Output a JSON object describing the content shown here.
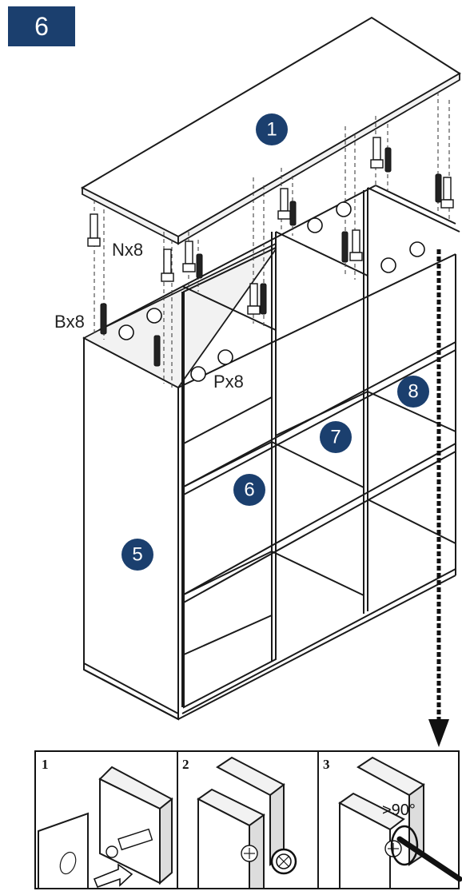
{
  "step_number": "6",
  "callouts": {
    "top_panel": "1",
    "side_panel": "5",
    "shelf_a": "6",
    "shelf_b": "7",
    "back_arrow": "8"
  },
  "hardware_labels": {
    "n": "Nx8",
    "b": "Bx8",
    "p": "Px8"
  },
  "detail_steps": {
    "one": "1",
    "two": "2",
    "three": "3",
    "angle": ">90°"
  },
  "colors": {
    "badge": "#1b3f6e",
    "line": "#1a1a1a"
  }
}
